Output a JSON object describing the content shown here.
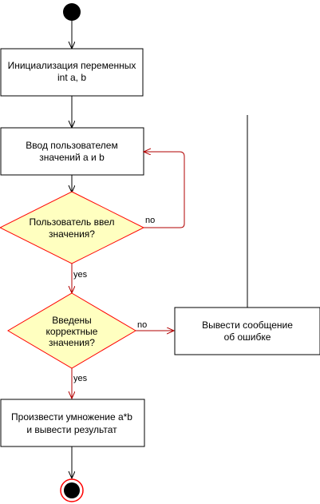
{
  "nodes": {
    "init": {
      "line1": "Инициализация переменных",
      "line2": "int a, b"
    },
    "input": {
      "line1": "Ввод пользователем",
      "line2": "значений a и b"
    },
    "check_entered": {
      "line1": "Пользователь ввел",
      "line2": "значения?"
    },
    "check_valid": {
      "line1": "Введены",
      "line2": "корректные",
      "line3": "значения?"
    },
    "error": {
      "line1": "Вывести сообщение",
      "line2": "об ошибке"
    },
    "multiply": {
      "line1": "Произвести умножение a*b",
      "line2": "и вывести результат"
    }
  },
  "edge_labels": {
    "entered_no": "no",
    "entered_yes": "yes",
    "valid_no": "no",
    "valid_yes": "yes"
  },
  "colors": {
    "decision_fill": "#ffffc0",
    "decision_stroke": "#ff0000",
    "box_stroke": "#000000",
    "red_edge": "#b20000",
    "black_edge": "#000000",
    "final_ring": "#ff0000"
  }
}
